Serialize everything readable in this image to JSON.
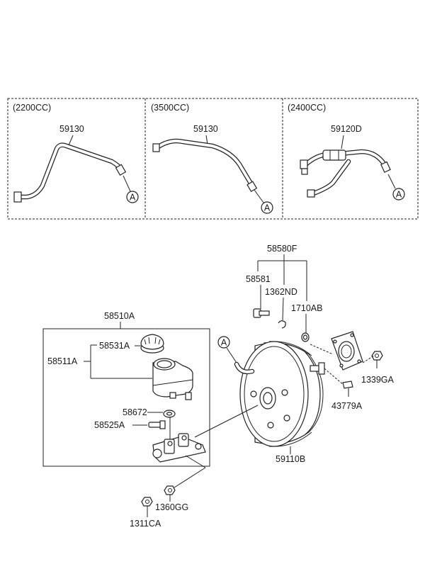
{
  "variants": {
    "v2200": {
      "title": "(2200CC)",
      "part": "59130"
    },
    "v3500": {
      "title": "(3500CC)",
      "part": "59130"
    },
    "v2400": {
      "title": "(2400CC)",
      "part": "59120D"
    }
  },
  "connector_marker": "A",
  "labels": {
    "p58580F": "58580F",
    "p58581": "58581",
    "p1362ND": "1362ND",
    "p1710AB": "1710AB",
    "p58510A": "58510A",
    "p58531A": "58531A",
    "p58511A": "58511A",
    "p58672": "58672",
    "p58525A": "58525A",
    "p59110B": "59110B",
    "p1339GA": "1339GA",
    "p43779A": "43779A",
    "p1360GG": "1360GG",
    "p1311CA": "1311CA"
  }
}
